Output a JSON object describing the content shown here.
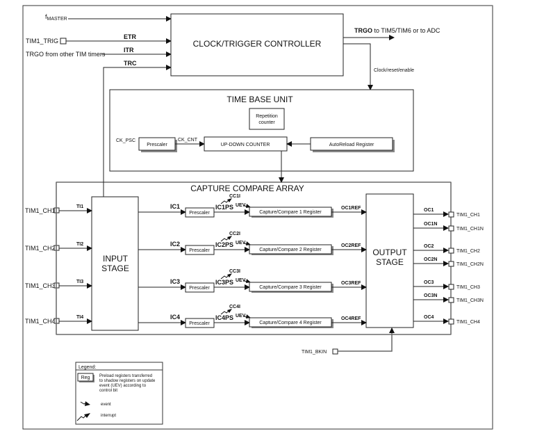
{
  "diagram": {
    "inputs": {
      "fmaster_prefix": "f",
      "fmaster_sub": "MASTER",
      "tim1_trig": "TIM1_TRIG",
      "trgo_from_other": "TRGO from other TIM timers",
      "etr": "ETR",
      "itr": "ITR",
      "trc": "TRC"
    },
    "clock_trigger_controller": {
      "title": "CLOCK/TRIGGER CONTROLLER",
      "trgo_label": "TRGO",
      "trgo_dest": " to TIM5/TIM6 or to ADC",
      "clock_reset_enable": "Clock/reset/enable"
    },
    "time_base_unit": {
      "title": "TIME BASE UNIT",
      "repetition_counter_line1": "Repetition",
      "repetition_counter_line2": "counter",
      "ck_psc": "CK_PSC",
      "prescaler": "Prescaler",
      "ck_cnt": "CK_CNT",
      "counter": "UP-DOWN COUNTER",
      "autoreload": "AutoReload Register"
    },
    "capture_compare_array": {
      "title": "CAPTURE COMPARE ARRAY",
      "input_stage_line1": "INPUT",
      "input_stage_line2": "STAGE",
      "output_stage_line1": "OUTPUT",
      "output_stage_line2": "STAGE",
      "uev": "UEV",
      "channels": [
        {
          "pin": "TIM1_CH1",
          "ti": "TI1",
          "ic": "IC1",
          "prescaler": "Prescaler",
          "icps": "IC1PS",
          "cci": "CC1I",
          "register": "Capture/Compare 1 Register",
          "ocref": "OC1REF"
        },
        {
          "pin": "TIM1_CH2",
          "ti": "TI2",
          "ic": "IC2",
          "prescaler": "Prescaler",
          "icps": "IC2PS",
          "cci": "CC2I",
          "register": "Capture/Compare 2 Register",
          "ocref": "OC2REF"
        },
        {
          "pin": "TIM1_CH3",
          "ti": "TI3",
          "ic": "IC3",
          "prescaler": "Prescaler",
          "icps": "IC3PS",
          "cci": "CC3I",
          "register": "Capture/Compare 3 Register",
          "ocref": "OC3REF"
        },
        {
          "pin": "TIM1_CH4",
          "ti": "TI4",
          "ic": "IC4",
          "prescaler": "Prescaler",
          "icps": "IC4PS",
          "cci": "CC4I",
          "register": "Capture/Compare 4 Register",
          "ocref": "OC4REF"
        }
      ],
      "outputs": [
        {
          "signal": "OC1",
          "pin": "TIM1_CH1"
        },
        {
          "signal": "OC1N",
          "pin": "TIM1_CH1N"
        },
        {
          "signal": "OC2",
          "pin": "TIM1_CH2"
        },
        {
          "signal": "OC2N",
          "pin": "TIM1_CH2N"
        },
        {
          "signal": "OC3",
          "pin": "TIM1_CH3"
        },
        {
          "signal": "OC3N",
          "pin": "TIM1_CH3N"
        },
        {
          "signal": "OC4",
          "pin": "TIM1_CH4"
        }
      ],
      "bkin": "TIM1_BKIN"
    },
    "legend": {
      "title": "Legend:",
      "reg": "Reg",
      "reg_desc": [
        "Preload registers transferred",
        "to shadow registers on update",
        "event (UEV) according to",
        "control bit"
      ],
      "event": "event",
      "interrupt": "interrupt"
    }
  }
}
